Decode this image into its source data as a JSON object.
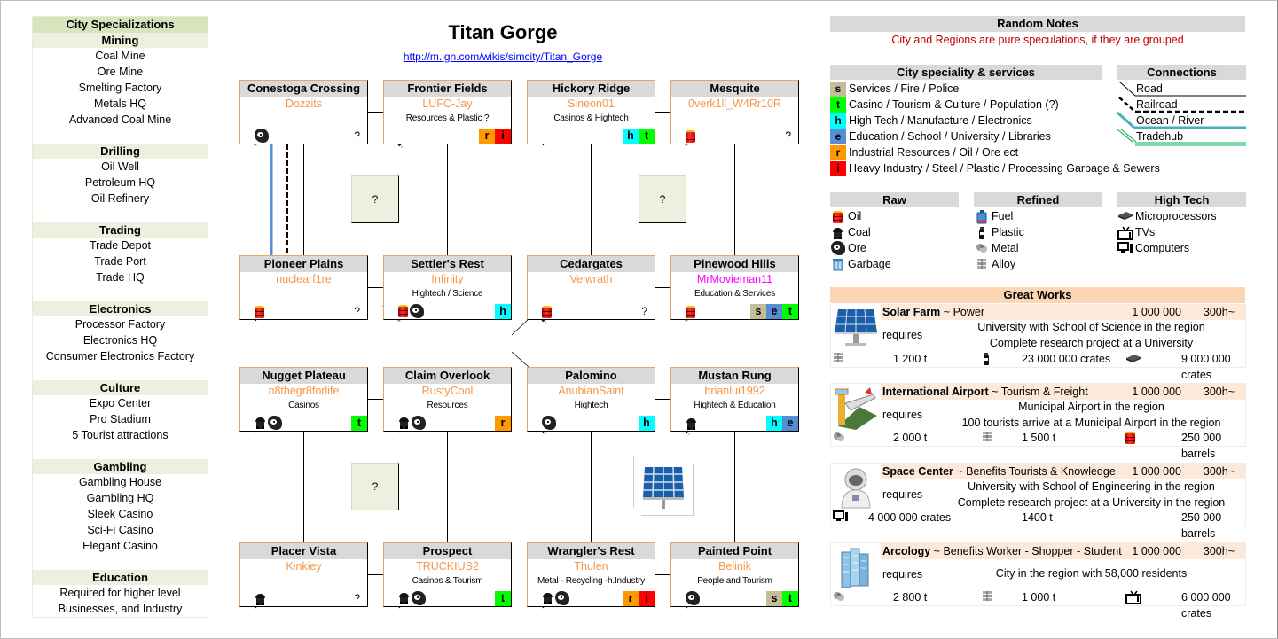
{
  "page": {
    "title": "Titan Gorge",
    "link": "http://m.ign.com/wikis/simcity/Titan_Gorge"
  },
  "specializations": {
    "header": "City Specializations",
    "categories": [
      {
        "name": "Mining",
        "items": [
          "Coal Mine",
          "Ore Mine",
          "Smelting Factory",
          "Metals HQ",
          "Advanced Coal Mine"
        ]
      },
      {
        "name": "Drilling",
        "items": [
          "Oil Well",
          "Petroleum HQ",
          "Oil Refinery"
        ]
      },
      {
        "name": "Trading",
        "items": [
          "Trade Depot",
          "Trade Port",
          "Trade HQ"
        ]
      },
      {
        "name": "Electronics",
        "items": [
          "Processor Factory",
          "Electronics HQ",
          "Consumer Electronics Factory"
        ]
      },
      {
        "name": "Culture",
        "items": [
          "Expo Center",
          "Pro Stadium",
          "5 Tourist attractions"
        ]
      },
      {
        "name": "Gambling",
        "items": [
          "Gambling House",
          "Gambling HQ",
          "Sleek Casino",
          "Sci-Fi Casino",
          "Elegant Casino"
        ]
      },
      {
        "name": "Education",
        "items": [
          "Required for higher level",
          "Businesses, and Industry"
        ]
      }
    ]
  },
  "cities": [
    {
      "name": "Conestoga Crossing",
      "mayor": "Dozzits",
      "desc": "",
      "resources": [
        "ore-icon"
      ],
      "tags": [],
      "unknown": "?",
      "connection": "river",
      "extra": "tradehub"
    },
    {
      "name": "Frontier Fields",
      "mayor": "LUFC-Jay",
      "desc": "Resources & Plastic ?",
      "resources": [],
      "tags": [
        "r",
        "i"
      ],
      "unknown": "",
      "connection": "railroad"
    },
    {
      "name": "Hickory Ridge",
      "mayor": "Sineon01",
      "desc": "Casinos & Hightech",
      "resources": [],
      "tags": [
        "h",
        "t"
      ],
      "unknown": "",
      "connection": "road"
    },
    {
      "name": "Mesquite",
      "mayor": "0verk1ll_W4Rr10R",
      "desc": "",
      "resources": [
        "oil-icon"
      ],
      "tags": [],
      "unknown": "?",
      "connection": "river"
    },
    {
      "name": "Pioneer Plains",
      "mayor": "nuclearf1re",
      "desc": "",
      "resources": [
        "oil-icon"
      ],
      "tags": [],
      "unknown": "?",
      "connection": "road"
    },
    {
      "name": "Settler's Rest",
      "mayor": "Infinity",
      "desc": "Hightech / Science",
      "resources": [
        "oil-icon",
        "ore-icon"
      ],
      "tags": [
        "h"
      ],
      "unknown": "",
      "connection": "river"
    },
    {
      "name": "Cedargates",
      "mayor": "Velwrath",
      "desc": "",
      "resources": [
        "oil-icon"
      ],
      "tags": [],
      "unknown": "?",
      "connection": "railroad"
    },
    {
      "name": "Pinewood Hills",
      "mayor": "MrMovieman11",
      "mayor_color": "pink",
      "desc": "Education & Services",
      "resources": [
        "oil-icon"
      ],
      "tags": [
        "s",
        "e",
        "t"
      ],
      "unknown": "",
      "connection": "river"
    },
    {
      "name": "Nugget Plateau",
      "mayor": "n8thegr8forlife",
      "desc": "Casinos",
      "resources": [
        "coal-icon",
        "ore-icon"
      ],
      "tags": [
        "t"
      ],
      "unknown": "",
      "connection": "road"
    },
    {
      "name": "Claim Overlook",
      "mayor": "RustyCool",
      "desc": "Resources",
      "resources": [
        "coal-icon",
        "ore-icon"
      ],
      "tags": [
        "r"
      ],
      "unknown": "",
      "connection": "road"
    },
    {
      "name": "Palomino",
      "mayor": "AnubianSaint",
      "desc": "Hightech",
      "resources": [
        "ore-icon"
      ],
      "tags": [
        "h"
      ],
      "unknown": "",
      "connection": "railroad"
    },
    {
      "name": "Mustan Rung",
      "mayor": "brianlui1992",
      "desc": "Hightech & Education",
      "resources": [
        "coal-icon"
      ],
      "tags": [
        "h",
        "e"
      ],
      "unknown": "",
      "connection": "railroad",
      "extra": "tradehub"
    },
    {
      "name": "Placer Vista",
      "mayor": "Kinkiey",
      "desc": "",
      "resources": [
        "coal-icon"
      ],
      "tags": [],
      "unknown": "?",
      "connection": "road"
    },
    {
      "name": "Prospect",
      "mayor": "TRUCKIUS2",
      "desc": "Casinos & Tourism",
      "resources": [
        "coal-icon",
        "ore-icon"
      ],
      "tags": [
        "t"
      ],
      "unknown": "",
      "connection": "road"
    },
    {
      "name": "Wrangler's Rest",
      "mayor": "Thulen",
      "desc": "Metal - Recycling -h.Industry",
      "resources": [
        "coal-icon",
        "ore-icon"
      ],
      "tags": [
        "r",
        "i"
      ],
      "unknown": "",
      "connection": "road"
    },
    {
      "name": "Painted Point",
      "mayor": "Belinik",
      "desc": "People and Tourism",
      "resources": [
        "ore-icon"
      ],
      "tags": [
        "s",
        "t"
      ],
      "unknown": "",
      "connection": "road"
    }
  ],
  "region_unknowns": [
    "?",
    "?",
    "?"
  ],
  "notes": {
    "header": "Random Notes",
    "text": "City and Regions are pure speculations, if they are grouped"
  },
  "speciality": {
    "header": "City speciality & services",
    "items": [
      {
        "code": "s",
        "label": "Services / Fire / Police",
        "color": "#c4bd97"
      },
      {
        "code": "t",
        "label": "Casino / Tourism & Culture / Population (?)",
        "color": "#00ff00"
      },
      {
        "code": "h",
        "label": "High Tech / Manufacture / Electronics",
        "color": "#00ffff"
      },
      {
        "code": "e",
        "label": "Education / School / University / Libraries",
        "color": "#558ed5"
      },
      {
        "code": "r",
        "label": "Industrial Resources / Oil / Ore ect",
        "color": "#ff9900"
      },
      {
        "code": "i",
        "label": "Heavy Industry / Steel / Plastic / Processing Garbage & Sewers",
        "color": "#ff0000"
      }
    ]
  },
  "connections": {
    "header": "Connections",
    "items": [
      "Road",
      "Railroad",
      "Ocean / River",
      "Tradehub"
    ]
  },
  "goods": {
    "raw": {
      "header": "Raw",
      "items": [
        {
          "icon": "oil-icon",
          "label": "Oil"
        },
        {
          "icon": "coal-icon",
          "label": "Coal"
        },
        {
          "icon": "ore-icon",
          "label": "Ore"
        },
        {
          "icon": "garbage-icon",
          "label": "Garbage"
        }
      ]
    },
    "refined": {
      "header": "Refined",
      "items": [
        {
          "icon": "fuel-icon",
          "label": "Fuel"
        },
        {
          "icon": "plastic-icon",
          "label": "Plastic"
        },
        {
          "icon": "metal-icon",
          "label": "Metal"
        },
        {
          "icon": "alloy-icon",
          "label": "Alloy"
        }
      ]
    },
    "hightech": {
      "header": "High Tech",
      "items": [
        {
          "icon": "microprocessor-icon",
          "label": "Microprocessors"
        },
        {
          "icon": "tv-icon",
          "label": "TVs"
        },
        {
          "icon": "computer-icon",
          "label": "Computers"
        }
      ]
    }
  },
  "great_works": {
    "header": "Great Works",
    "requires_label": "requires",
    "items": [
      {
        "name": "Solar Farm",
        "benefit": "~ Power",
        "cost": "1 000 000",
        "time": "300h~",
        "conditions": [
          "University with School of Science in the region",
          "Complete research project at a University"
        ],
        "materials": [
          {
            "icon": "alloy-icon",
            "amount": "1 200 t"
          },
          {
            "icon": "plastic-icon",
            "amount": "23 000 000 crates"
          },
          {
            "icon": "microprocessor-icon",
            "amount": "9 000 000 crates"
          }
        ]
      },
      {
        "name": "International Airport",
        "benefit": "~ Tourism & Freight",
        "cost": "1 000 000",
        "time": "300h~",
        "conditions": [
          "Municipal Airport in the region",
          "100 tourists arrive at a Municipal Airport in the region"
        ],
        "materials": [
          {
            "icon": "metal-icon",
            "amount": "2 000 t"
          },
          {
            "icon": "alloy-icon",
            "amount": "1 500 t"
          },
          {
            "icon": "oil-icon",
            "amount": "250 000 barrels"
          }
        ]
      },
      {
        "name": "Space Center",
        "benefit": "~ Benefits Tourists & Knowledge",
        "cost": "1 000 000",
        "time": "300h~",
        "conditions": [
          "University with School of Engineering in the region",
          "Complete research project at a University in the region"
        ],
        "materials": [
          {
            "icon": "computer-icon",
            "amount": "4 000 000 crates"
          },
          {
            "icon": "",
            "amount": "1400 t"
          },
          {
            "icon": "",
            "amount": "250 000 barrels"
          }
        ]
      },
      {
        "name": "Arcology",
        "benefit": "~ Benefits Worker - Shopper - Student",
        "cost": "1 000 000",
        "time": "300h~",
        "conditions": [
          "City in the region with 58,000 residents"
        ],
        "materials": [
          {
            "icon": "metal-icon",
            "amount": "2 800 t"
          },
          {
            "icon": "alloy-icon",
            "amount": "1 000 t"
          },
          {
            "icon": "tv-icon",
            "amount": "6 000 000 crates"
          }
        ]
      }
    ]
  }
}
